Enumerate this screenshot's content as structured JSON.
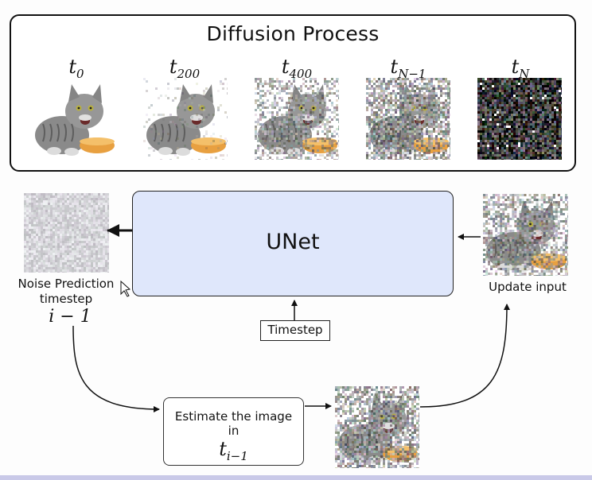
{
  "process": {
    "title": "Diffusion Process",
    "steps": [
      {
        "base": "t",
        "sub": "0",
        "noise": 0.0
      },
      {
        "base": "t",
        "sub": "200",
        "noise": 0.08
      },
      {
        "base": "t",
        "sub": "400",
        "noise": 0.5
      },
      {
        "base": "t",
        "sub": "N−1",
        "noise": 0.72
      },
      {
        "base": "t",
        "sub": "N",
        "noise": 1.0
      }
    ]
  },
  "unet": {
    "label": "UNet"
  },
  "timestep": {
    "label": "Timestep"
  },
  "noise_prediction": {
    "line1": "Noise Prediction",
    "line2": "timestep",
    "math": "i − 1"
  },
  "update_input": {
    "label": "Update input"
  },
  "estimate": {
    "line1": "Estimate the image",
    "line2": "in",
    "math_base": "t",
    "math_sub": "i−1"
  },
  "colors": {
    "unet_fill": "#dfe7fb",
    "cat_fur": "#8a8a8a",
    "bowl": "#e8a040",
    "noise_dark": "#3a3a44"
  }
}
